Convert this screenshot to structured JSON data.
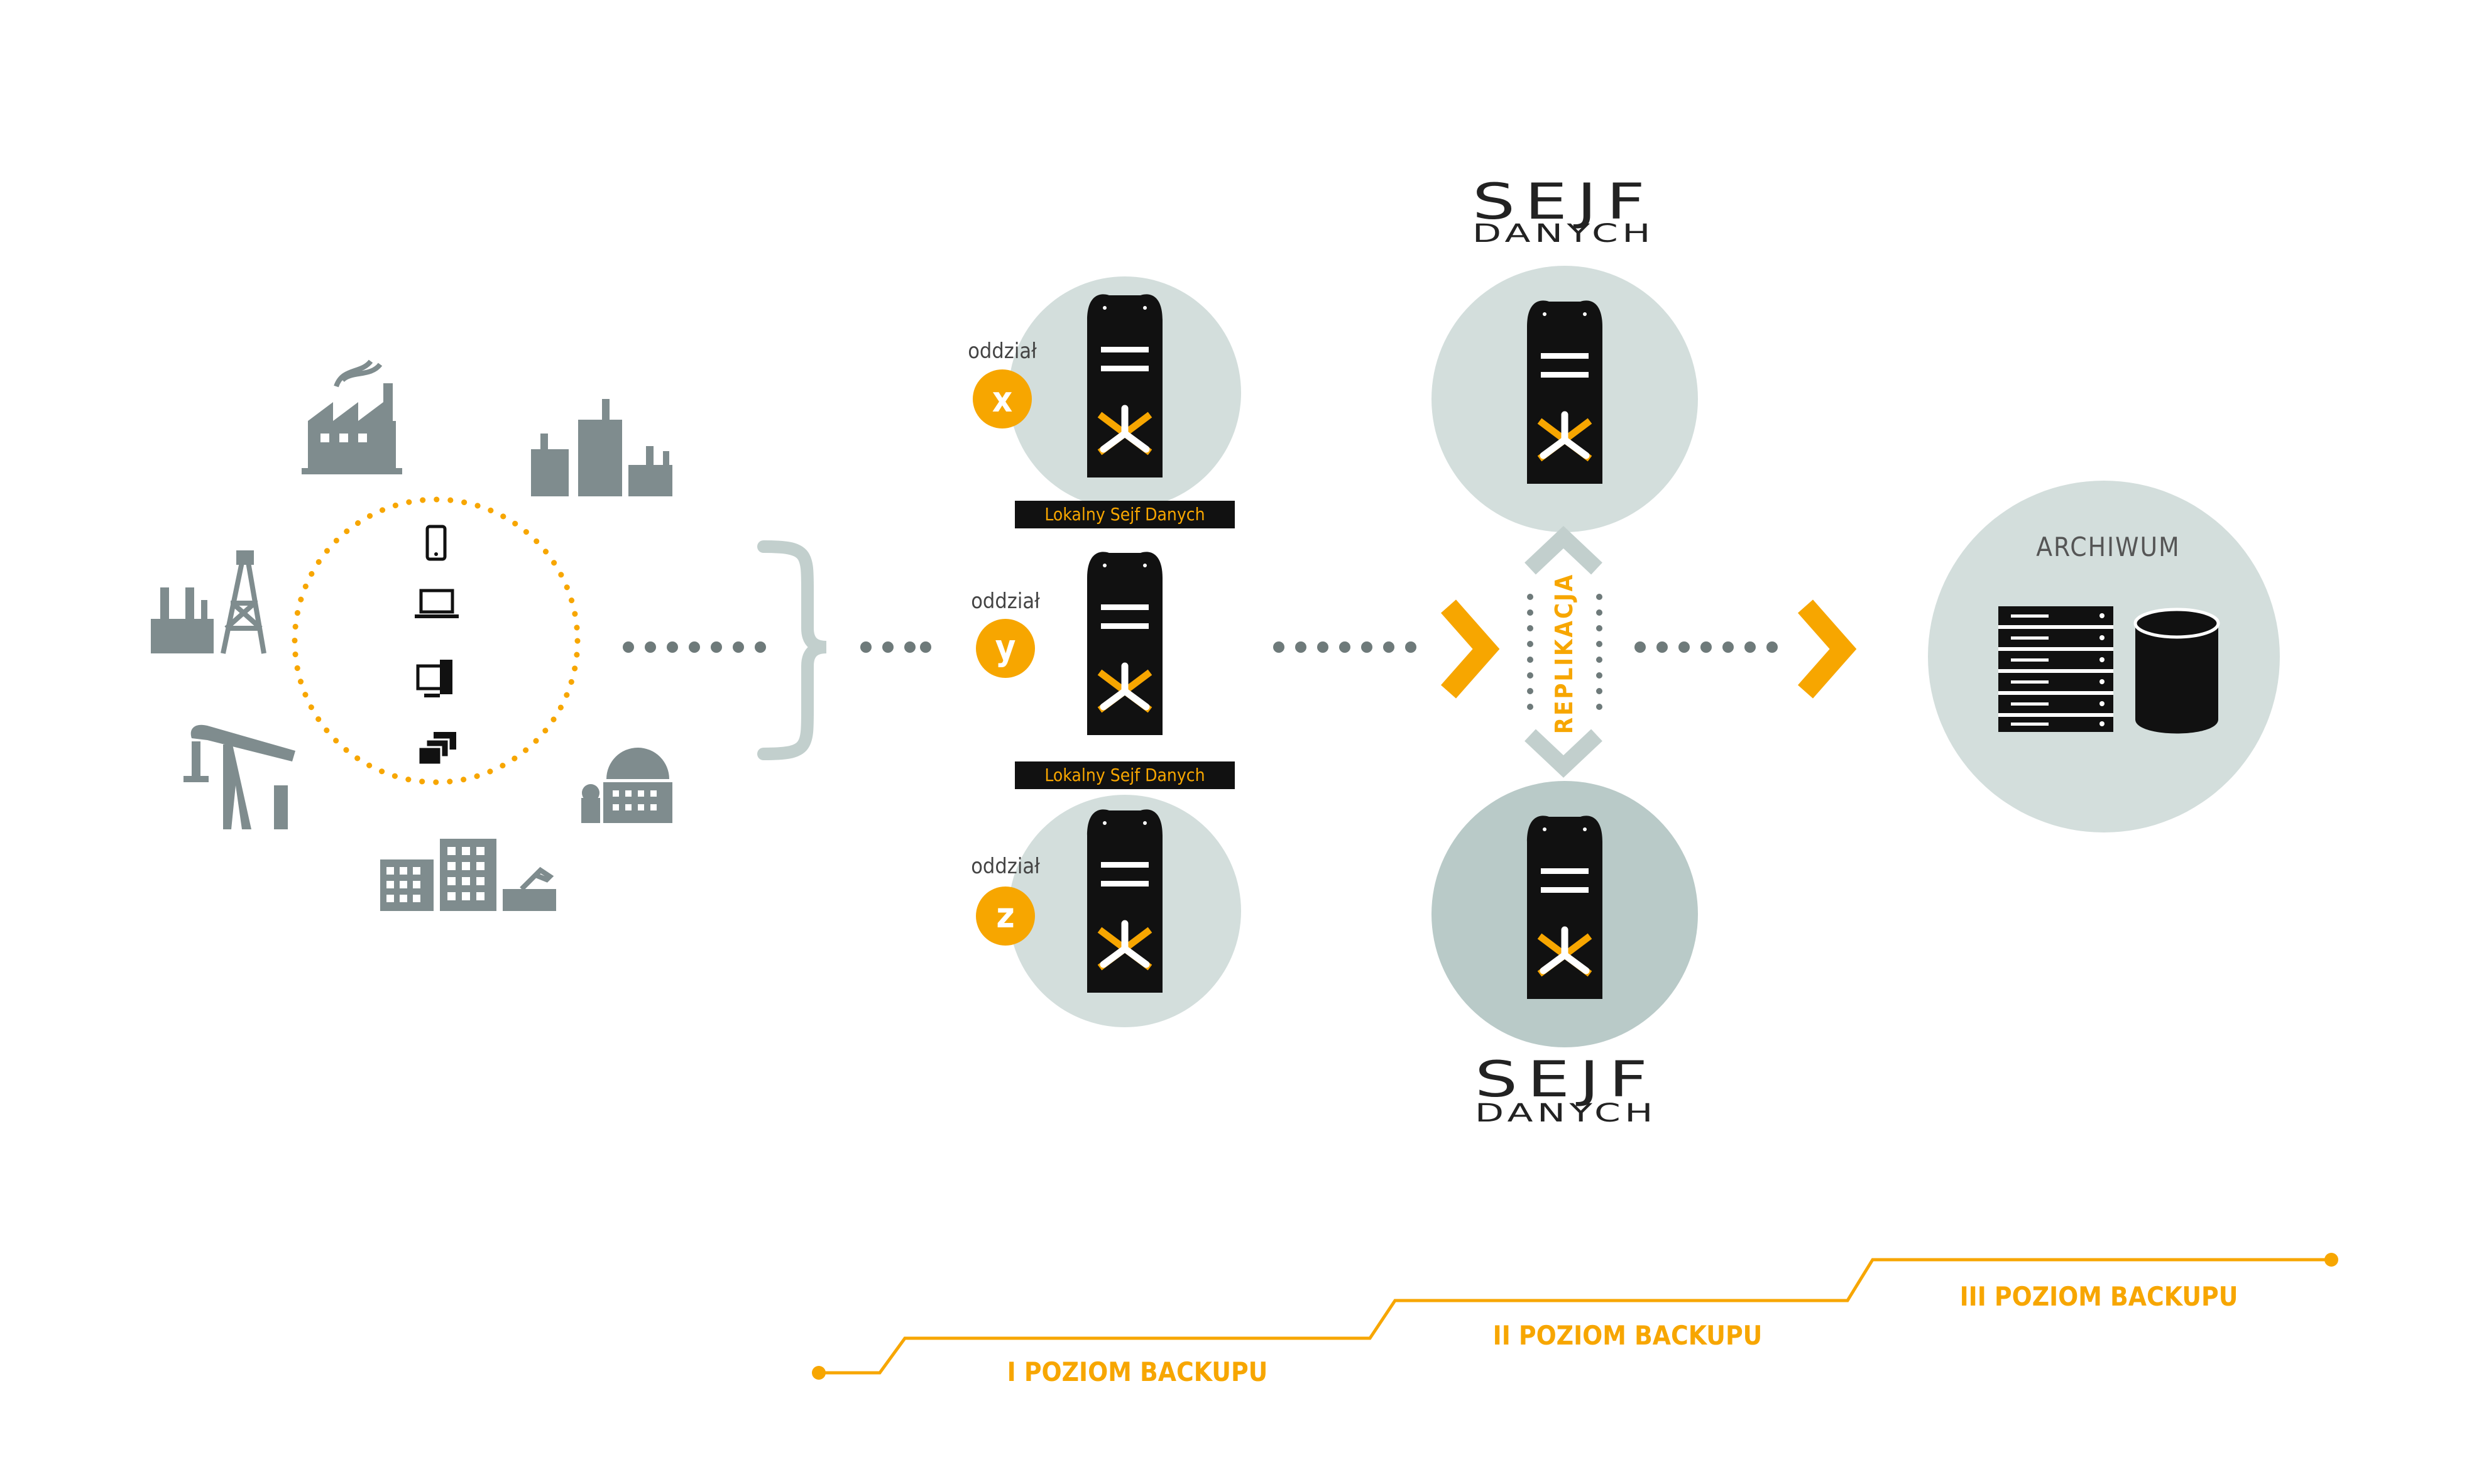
{
  "colors": {
    "accent": "#f7a600",
    "gray_icon": "#7f8c8e",
    "circle_light": "#d3dedc",
    "circle_mid": "#b9cac8",
    "dots": "#6e7a7a",
    "brace": "#c2cfcd",
    "dark": "#111111"
  },
  "branches": [
    {
      "prefix": "oddział",
      "letter": "x",
      "tag": "Lokalny Sejf Danych"
    },
    {
      "prefix": "oddział",
      "letter": "y",
      "tag": "Lokalny Sejf Danych"
    },
    {
      "prefix": "oddział",
      "letter": "z"
    }
  ],
  "brand_top": {
    "line1": "SEJF",
    "line2": "DANYCH"
  },
  "brand_bottom": {
    "line1": "SEJF",
    "line2": "DANYCH"
  },
  "replication_label": "REPLIKACJA",
  "archive_label": "ARCHIWUM",
  "levels": [
    {
      "label": "I POZIOM BACKUPU"
    },
    {
      "label": "II POZIOM BACKUPU"
    },
    {
      "label": "III POZIOM BACKUPU"
    }
  ],
  "icons": [
    "factory-smoke-icon",
    "industrial-plant-icon",
    "refinery-icon",
    "oil-derrick-icon",
    "pumpjack-icon",
    "office-buildings-icon",
    "domed-building-icon",
    "smartphone-icon",
    "laptop-icon",
    "desktop-computer-icon",
    "files-icon",
    "server-safe-icon",
    "server-rack-icon",
    "database-cylinder-icon"
  ]
}
